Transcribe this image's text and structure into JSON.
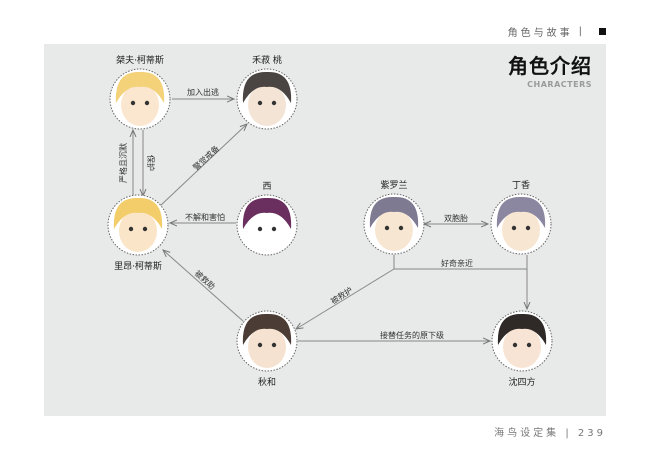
{
  "header": {
    "section": "角色与故事"
  },
  "panel": {
    "title": "角色介绍",
    "subtitle": "CHARACTERS"
  },
  "characters": {
    "jiefu": {
      "name": "桀夫·柯蒂斯",
      "hair": "#f3d27a",
      "skin": "#fbe7cf"
    },
    "heshutao": {
      "name": "禾菽 桃",
      "hair": "#4a4542",
      "skin": "#f4e4d6"
    },
    "liang": {
      "name": "里昂·柯蒂斯",
      "hair": "#f3cd6a",
      "skin": "#fbe5c8"
    },
    "xi": {
      "name": "西",
      "hair": "#6a2f5e",
      "skin": "#ffffff"
    },
    "ziluolan": {
      "name": "紫罗兰",
      "hair": "#7d7a92",
      "skin": "#f7e6d2"
    },
    "dingxiang": {
      "name": "丁香",
      "hair": "#8b87a0",
      "skin": "#f7e6d2"
    },
    "qiuhe": {
      "name": "秋和",
      "hair": "#4b3d35",
      "skin": "#f5e2d0"
    },
    "shensifang": {
      "name": "沈四方",
      "hair": "#2f2a28",
      "skin": "#f7e4d4"
    }
  },
  "relations": {
    "join": "加入出逃",
    "vigilant": "警觉戒备",
    "strict": "严格且沉默",
    "protect": "保护",
    "fear": "不解和害怕",
    "rescued1": "被救助",
    "twins": "双胞胎",
    "curious": "好奇亲近",
    "rescued2": "被救护",
    "replace": "接替任务的原下级"
  },
  "footer": {
    "book": "海鸟设定集",
    "page": "239"
  }
}
